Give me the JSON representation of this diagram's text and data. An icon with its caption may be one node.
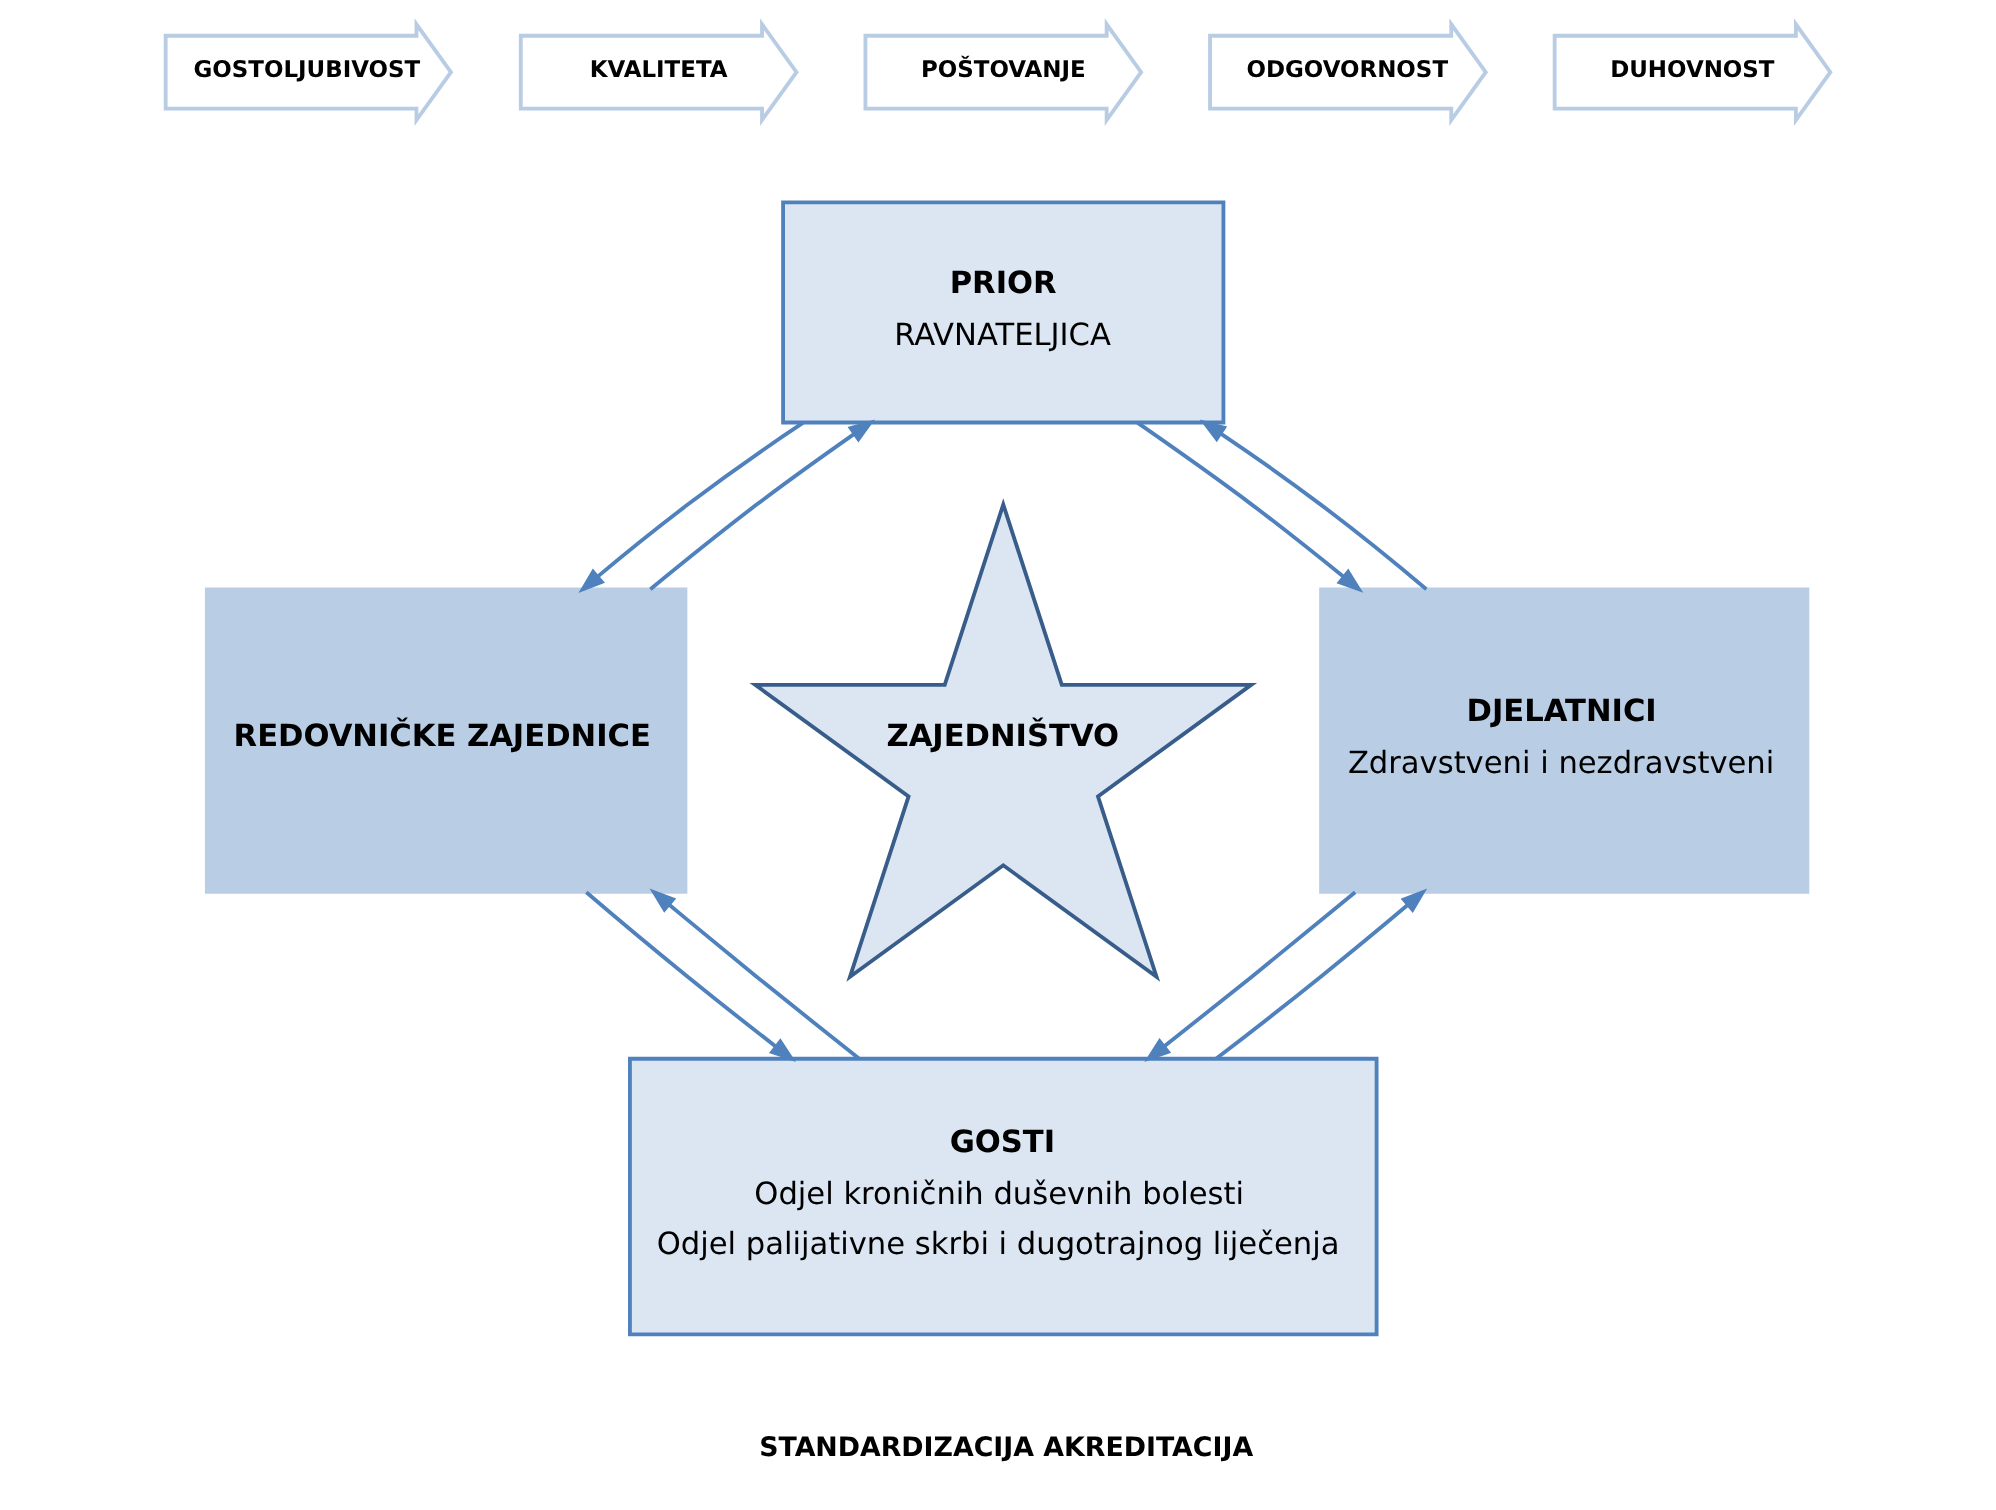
{
  "diagram": {
    "nodes": [
      {
        "text": [
          "GOSTOLJUBIVOST"
        ]
      },
      {
        "text": [
          "KVALITETA"
        ]
      },
      {
        "text": [
          "POŠTOVANJE"
        ]
      },
      {
        "text": [
          "ODGOVORNOST"
        ]
      },
      {
        "text": [
          "DUHOVNOST"
        ]
      },
      {
        "text": [
          "PRIOR",
          "RAVNATELJICA"
        ]
      },
      {
        "text": [
          "ZAJEDNIŠTVO"
        ]
      },
      {
        "text": [
          "REDOVNIČKE ZAJEDNICE"
        ]
      },
      {
        "text": [
          "DJELATNICI",
          "Zdravstveni i nezdravstveni"
        ]
      },
      {
        "text": [
          "GOSTI",
          "Odjel kroničnih duševnih bolesti",
          "Odjel palijativne skrbi i dugotrajnog liječenja"
        ],
        "beside": [
          "STANDARDIZACIJA AKREDITACIJA"
        ]
      }
    ],
    "edges": [
      {
        "from": 5,
        "to": 7,
        "arrow": "to"
      },
      {
        "from": 7,
        "to": 5,
        "arrow": "to"
      },
      {
        "from": 5,
        "to": 8,
        "arrow": "to"
      },
      {
        "from": 8,
        "to": 5,
        "arrow": "to"
      },
      {
        "from": 7,
        "to": 9,
        "arrow": "to"
      },
      {
        "from": 9,
        "to": 7,
        "arrow": "to"
      },
      {
        "from": 9,
        "to": 8,
        "arrow": "to"
      },
      {
        "from": 8,
        "to": 9,
        "arrow": "to"
      }
    ]
  }
}
